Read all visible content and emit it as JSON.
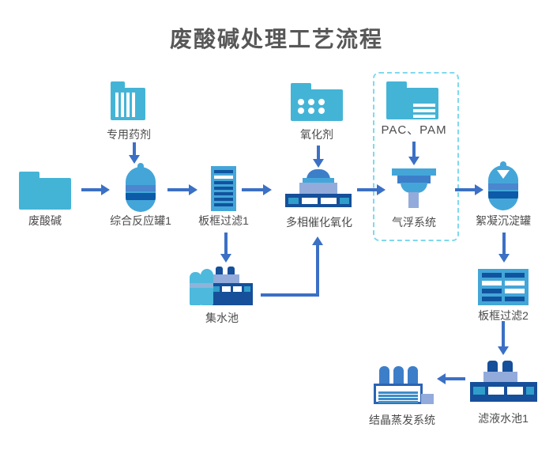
{
  "title": "废酸碱处理工艺流程",
  "nodes": {
    "waste_acid": {
      "label": "废酸碱"
    },
    "special_chemicals": {
      "label": "专用药剂"
    },
    "reaction_tank": {
      "label": "综合反应罐1"
    },
    "plate_filter_1": {
      "label": "板框过滤1"
    },
    "oxidizer": {
      "label": "氧化剂"
    },
    "catalytic_oxidation": {
      "label": "多相催化氧化"
    },
    "pac_pam": {
      "label": "PAC、PAM"
    },
    "air_flotation": {
      "label": "气浮系统"
    },
    "floc_tank": {
      "label": "絮凝沉淀罐"
    },
    "collection_pool": {
      "label": "集水池"
    },
    "plate_filter_2": {
      "label": "板框过滤2"
    },
    "filtrate_pool": {
      "label": "滤液水池1"
    },
    "evaporation": {
      "label": "结晶蒸发系统"
    }
  },
  "colors": {
    "folder": "#44b4d6",
    "equipment_blue": "#44a6d8",
    "arrow": "#3b70c5",
    "medium_blue": "#3d7ec9",
    "navy": "#164f9a",
    "periwinkle": "#92abdb",
    "dashed_outline": "#7fd9ee",
    "label_text": "#4c4c4c"
  },
  "edges": [
    {
      "from": "废酸碱",
      "to": "综合反应罐1"
    },
    {
      "from": "专用药剂",
      "to": "综合反应罐1"
    },
    {
      "from": "综合反应罐1",
      "to": "板框过滤1"
    },
    {
      "from": "板框过滤1",
      "to": "多相催化氧化"
    },
    {
      "from": "板框过滤1",
      "to": "集水池"
    },
    {
      "from": "集水池",
      "to": "多相催化氧化"
    },
    {
      "from": "氧化剂",
      "to": "多相催化氧化"
    },
    {
      "from": "多相催化氧化",
      "to": "气浮系统"
    },
    {
      "from": "PAC、PAM",
      "to": "气浮系统"
    },
    {
      "from": "气浮系统",
      "to": "絮凝沉淀罐"
    },
    {
      "from": "絮凝沉淀罐",
      "to": "板框过滤2"
    },
    {
      "from": "板框过滤2",
      "to": "滤液水池1"
    },
    {
      "from": "滤液水池1",
      "to": "结晶蒸发系统"
    }
  ]
}
